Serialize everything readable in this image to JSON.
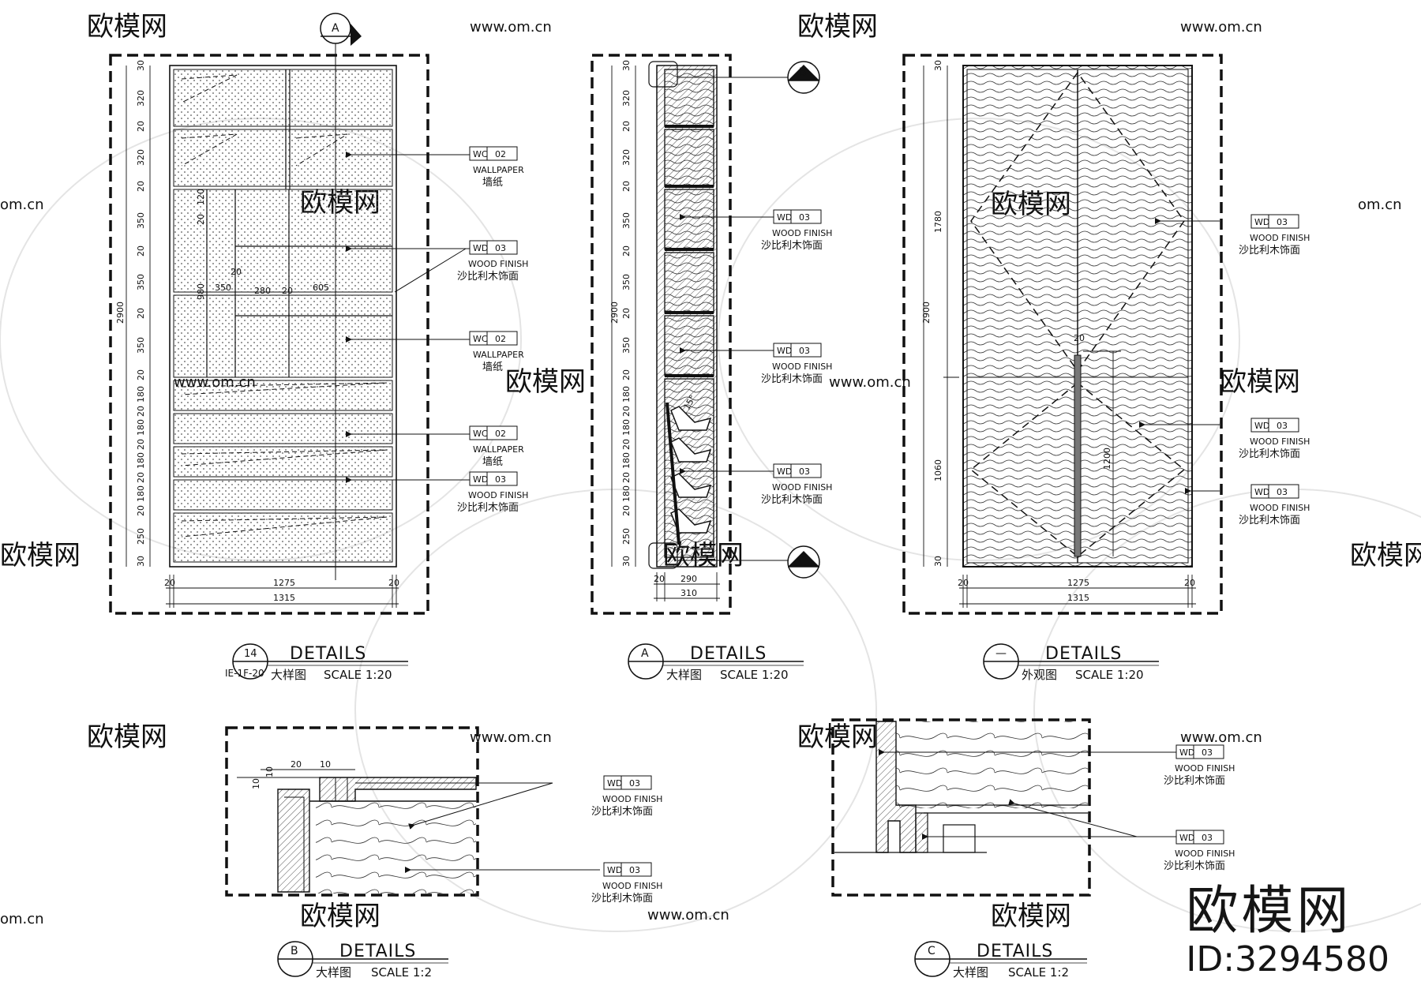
{
  "watermark": {
    "brand": "欧模网",
    "url": "www.om.cn",
    "url_short": "om.cn"
  },
  "stamp": {
    "brand": "欧模网",
    "id": "ID:3294580"
  },
  "titles": [
    {
      "key": "t14",
      "circle_top": "14",
      "circle_bottom": "IE-1F-20",
      "word": "DETAILS",
      "kind": "大样图",
      "scale": "SCALE 1:20"
    },
    {
      "key": "tA",
      "circle_top": "A",
      "circle_bottom": "",
      "word": "DETAILS",
      "kind": "大样图",
      "scale": "SCALE 1:20"
    },
    {
      "key": "tD",
      "circle_top": "—",
      "circle_bottom": "",
      "word": "DETAILS",
      "kind": "外观图",
      "scale": "SCALE 1:20"
    },
    {
      "key": "tB",
      "circle_top": "B",
      "circle_bottom": "",
      "word": "DETAILS",
      "kind": "大样图",
      "scale": "SCALE 1:2"
    },
    {
      "key": "tC",
      "circle_top": "C",
      "circle_bottom": "",
      "word": "DETAILS",
      "kind": "大样图",
      "scale": "SCALE 1:2"
    }
  ],
  "section_markers": {
    "a": "A",
    "b": "B",
    "c": "C"
  },
  "material_tags": {
    "wc02": {
      "code": "WC",
      "num": "02",
      "en": "WALLPAPER",
      "cn": "墙纸"
    },
    "wd03": {
      "code": "WD",
      "num": "03",
      "en": "WOOD FINISH",
      "cn": "沙比利木饰面"
    }
  },
  "view14": {
    "left_dims": [
      "30",
      "320",
      "20",
      "320",
      "20",
      "350",
      "20",
      "350",
      "20",
      "350",
      "20",
      "180",
      "20",
      "180",
      "20",
      "180",
      "20",
      "180",
      "20",
      "250",
      "30"
    ],
    "total_height": "2900",
    "bottom_dims": [
      "20",
      "1275",
      "20"
    ],
    "bottom_total": "1315",
    "inner_dims": [
      "120",
      "20",
      "980",
      "350",
      "20",
      "280",
      "20",
      "605"
    ]
  },
  "viewA": {
    "left_dims": [
      "30",
      "320",
      "20",
      "320",
      "20",
      "350",
      "20",
      "350",
      "20",
      "350",
      "20",
      "180",
      "20",
      "180",
      "20",
      "180",
      "20",
      "180",
      "20",
      "250",
      "30"
    ],
    "total_height": "2900",
    "bottom_dims": [
      "20",
      "290"
    ],
    "bottom_total": "310",
    "angle": "15°"
  },
  "viewD": {
    "left_dims": [
      "30",
      "1780",
      "1060",
      "30"
    ],
    "total_height": "2900",
    "bottom_dims": [
      "20",
      "1275",
      "20"
    ],
    "bottom_total": "1315",
    "inner_dims": [
      "20",
      "1200"
    ]
  },
  "viewB": {
    "dims": [
      "20",
      "10",
      "10",
      "10"
    ]
  }
}
